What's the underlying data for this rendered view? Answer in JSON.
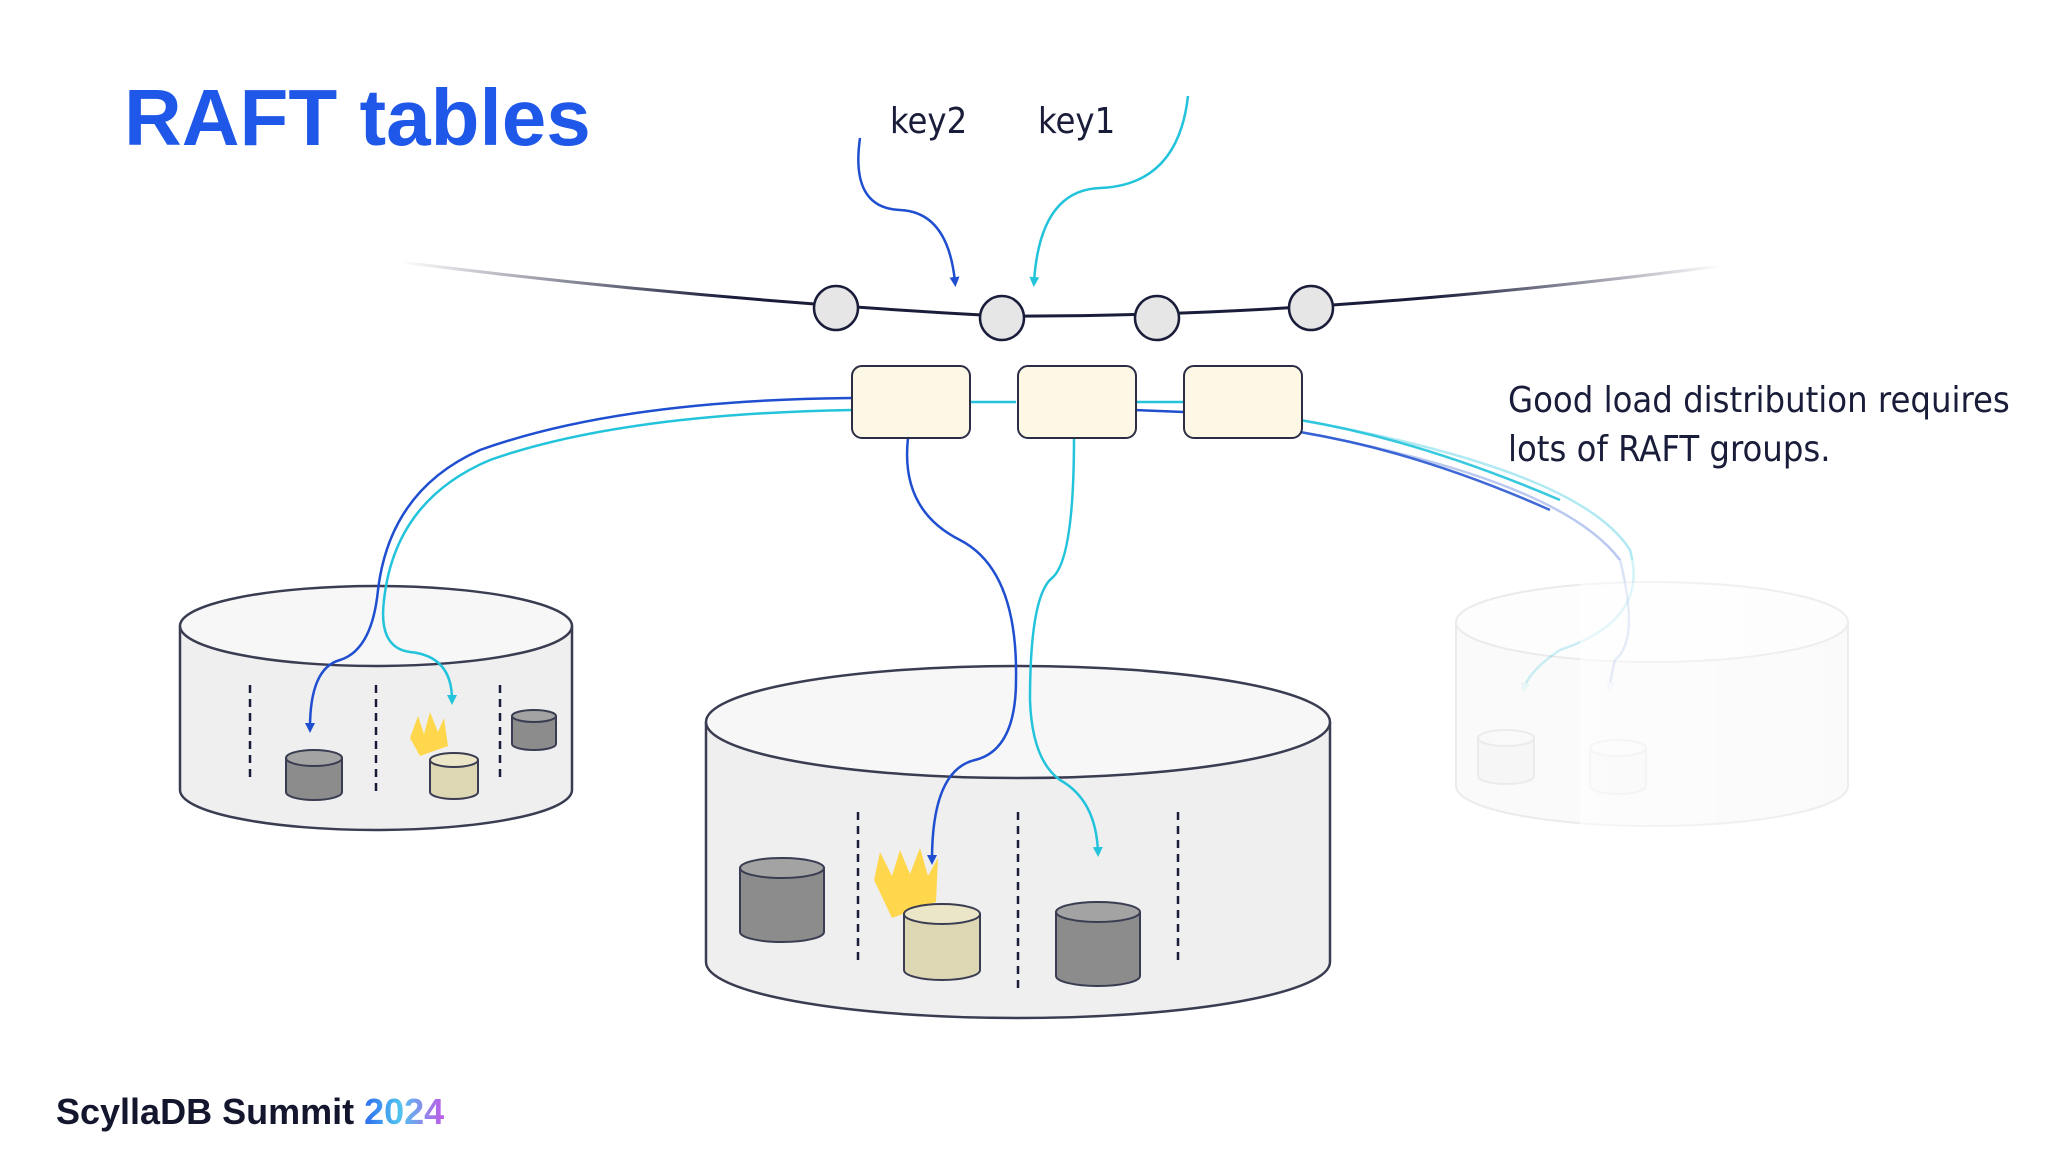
{
  "slide": {
    "title": "RAFT tables",
    "key_labels": [
      "key2",
      "key1"
    ],
    "note": "Good load distribution requires lots of RAFT groups."
  },
  "footer": {
    "brand": "ScyllaDB Summit",
    "year": "2024"
  },
  "colors": {
    "title": "#1f58e8",
    "key2_path": "#1f4fd0",
    "key1_path": "#22c3db",
    "group_box": "#fdf8e6",
    "replica_gray": "#8c8c8c",
    "replica_leader": "#ded7b4",
    "crown": "#ffd43a"
  }
}
